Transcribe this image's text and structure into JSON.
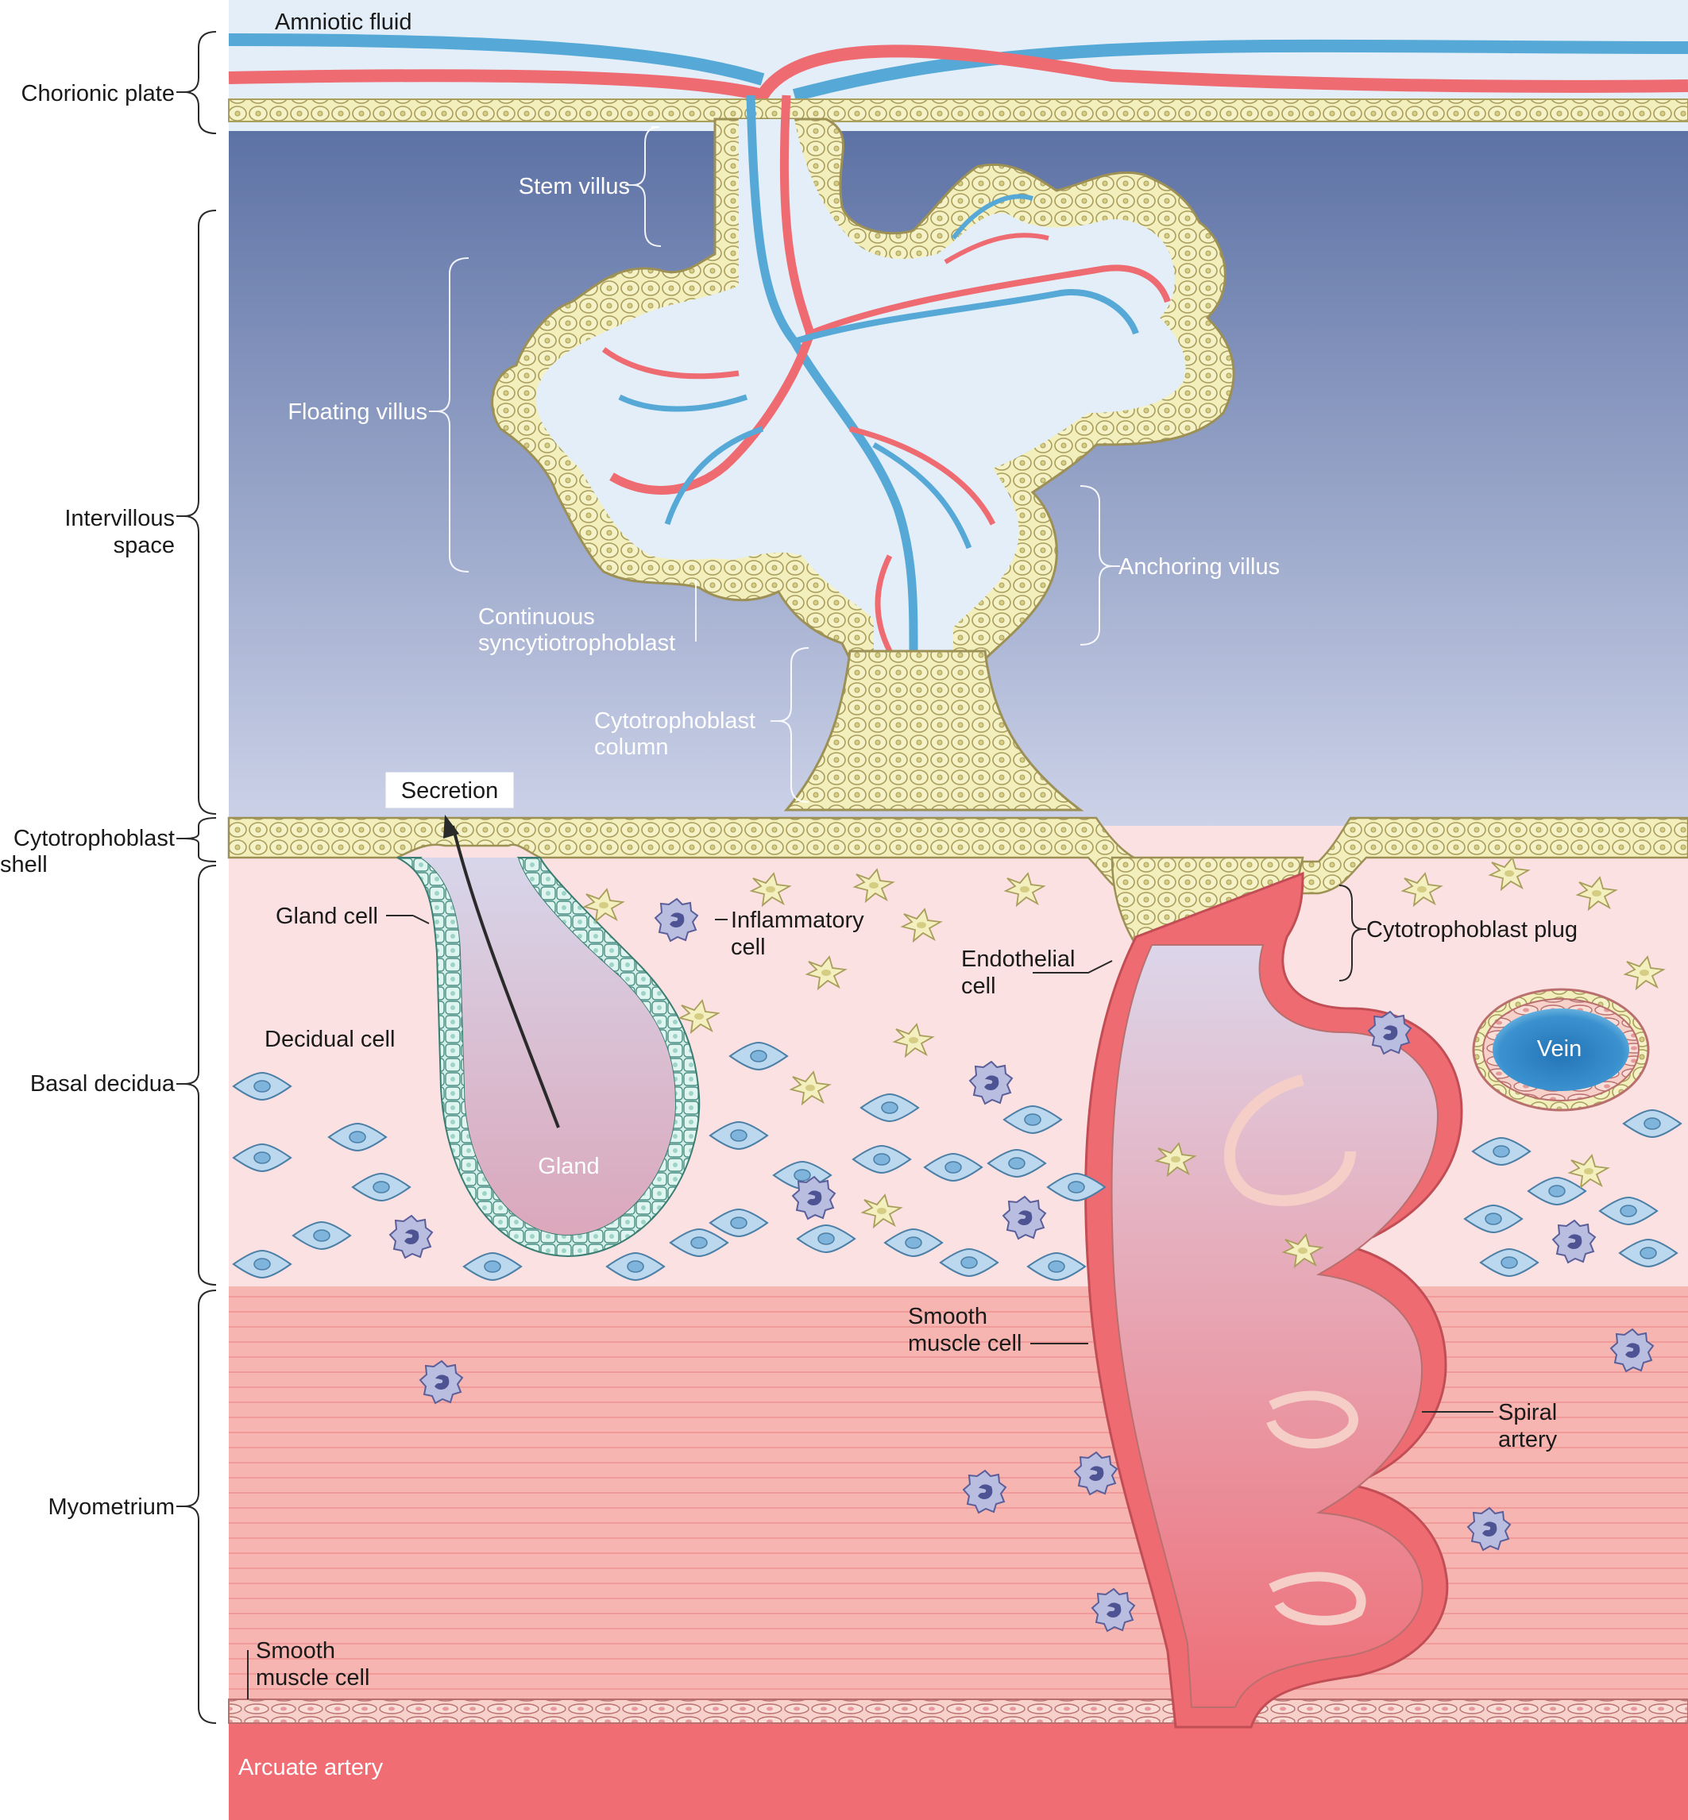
{
  "colors": {
    "amniotic": "#e3eef8",
    "intervillous_top": "#5f74a6",
    "intervillous_bottom": "#c9d0e6",
    "decidua": "#fbe1e2",
    "myometrium": "#f7b4b0",
    "arcuate": "#f06e73",
    "trophoblast": "#f4f0be",
    "trophoblast_edge": "#b1a560",
    "maternal_artery": "#ef6b72",
    "fetal_vein": "#56a9d6",
    "vein_core": "#2b79b9",
    "gland_cell": "#d4efe9"
  },
  "icons": {
    "decidual_cell": "decidual-cell-icon",
    "inflammatory_cell": "inflammatory-cell-icon",
    "endothelial_cell": "endothelial-cell-icon"
  },
  "layers": {
    "chorionic_plate": "Chorionic plate",
    "intervillous_space_l1": "Intervillous",
    "intervillous_space_l2": "space",
    "cytotrophoblast_shell_l1": "Cytotrophoblast",
    "cytotrophoblast_shell_l2": "shell",
    "basal_decidua": "Basal decidua",
    "myometrium": "Myometrium"
  },
  "labels": {
    "amniotic_fluid": "Amniotic fluid",
    "stem_villus": "Stem villus",
    "floating_villus": "Floating villus",
    "anchoring_villus": "Anchoring villus",
    "continuous_sync_l1": "Continuous",
    "continuous_sync_l2": "syncytiotrophoblast",
    "cyto_column_l1": "Cytotrophoblast",
    "cyto_column_l2": "column",
    "secretion": "Secretion",
    "gland_cell": "Gland cell",
    "decidual_cell": "Decidual cell",
    "inflammatory_l1": "Inflammatory",
    "inflammatory_l2": "cell",
    "endothelial_l1": "Endothelial",
    "endothelial_l2": "cell",
    "cyto_plug": "Cytotrophoblast plug",
    "vein": "Vein",
    "gland": "Gland",
    "smc_spiral_l1": "Smooth",
    "smc_spiral_l2": "muscle cell",
    "spiral_l1": "Spiral",
    "spiral_l2": "artery",
    "smc_myo_l1": "Smooth",
    "smc_myo_l2": "muscle cell",
    "arcuate_artery": "Arcuate artery"
  }
}
